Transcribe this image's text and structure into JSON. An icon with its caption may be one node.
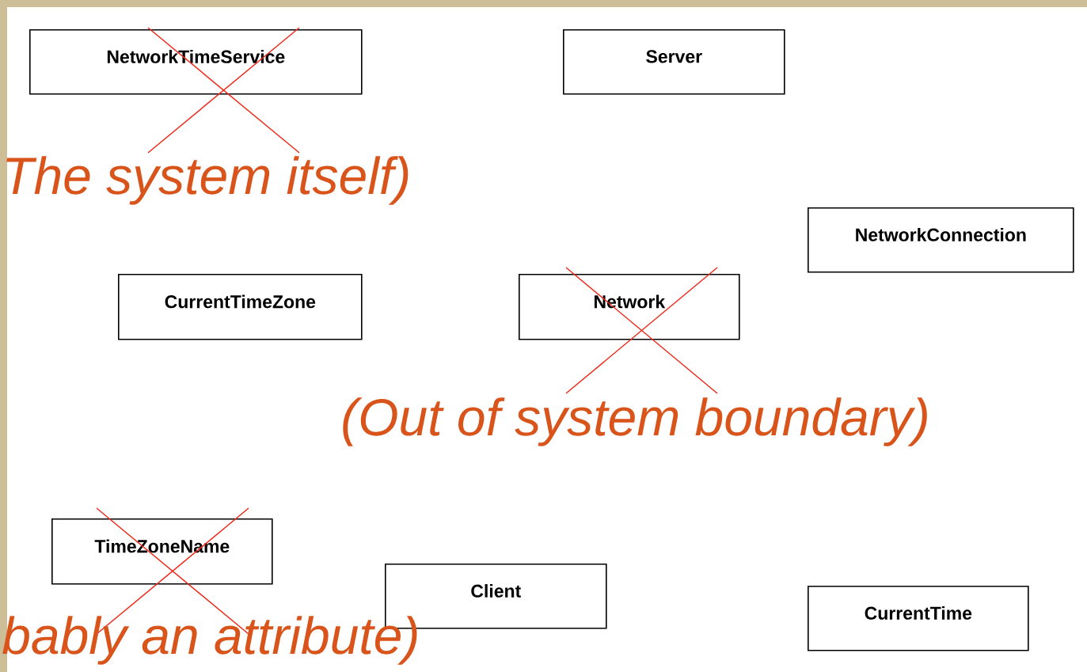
{
  "diagram": {
    "nodes": [
      {
        "text": [
          "NetworkTimeService"
        ]
      },
      {
        "text": [
          "Server"
        ]
      },
      {
        "text": [
          "NetworkConnection"
        ]
      },
      {
        "text": [
          "CurrentTimeZone"
        ]
      },
      {
        "text": [
          "Network"
        ]
      },
      {
        "text": [
          "TimeZoneName"
        ]
      },
      {
        "text": [
          "Client"
        ]
      },
      {
        "text": [
          "CurrentTime"
        ]
      }
    ],
    "labels": [
      "The system itself)",
      "(Out of system boundary)",
      "bably an attribute)"
    ]
  }
}
